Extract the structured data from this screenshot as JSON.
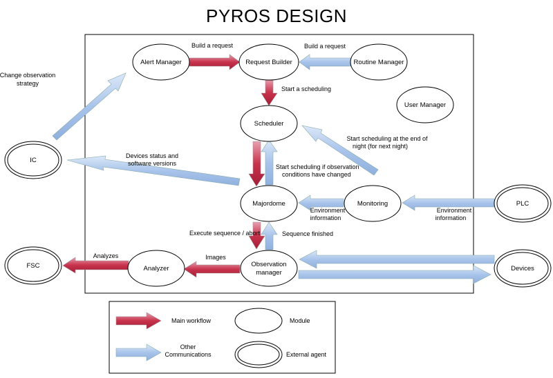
{
  "title": "PYROS DESIGN",
  "nodes": {
    "alert_manager": "Alert Manager",
    "request_builder": "Request Builder",
    "routine_manager": "Routine Manager",
    "user_manager": "User Manager",
    "scheduler": "Scheduler",
    "majordome": "Majordome",
    "monitoring": "Monitoring",
    "observation_manager": [
      "Observation",
      "manager"
    ],
    "analyzer": "Analyzer",
    "ic": "IC",
    "fsc": "FSC",
    "plc": "PLC",
    "devices": "Devices"
  },
  "edges": {
    "alert_to_builder": "Build a request",
    "routine_to_builder": "Build a request",
    "builder_to_scheduler": "Start a scheduling",
    "change_strategy": [
      "Change observation",
      "strategy"
    ],
    "monitoring_to_scheduler": [
      "Start scheduling at the end of",
      "night (for next night)"
    ],
    "majordome_to_scheduler": [
      "Start scheduling if observation",
      "conditions have changed"
    ],
    "majordome_to_ic": [
      "Devices status and",
      "software versions"
    ],
    "monitoring_to_majordome": [
      "Environment",
      "information"
    ],
    "plc_to_monitoring": [
      "Environment",
      "information"
    ],
    "majordome_to_obs": "Execute sequence / abort",
    "obs_to_majordome": "Sequence finished",
    "obs_to_analyzer": "Images",
    "analyzer_to_fsc": "Analyzes"
  },
  "legend": {
    "main_workflow": "Main workflow",
    "other_communications": [
      "Other",
      "Communications"
    ],
    "module": "Module",
    "external_agent": "External agent"
  },
  "colors": {
    "main_workflow": "#c4314b",
    "other_communications": "#a9c4eb",
    "stroke": "#000000"
  }
}
